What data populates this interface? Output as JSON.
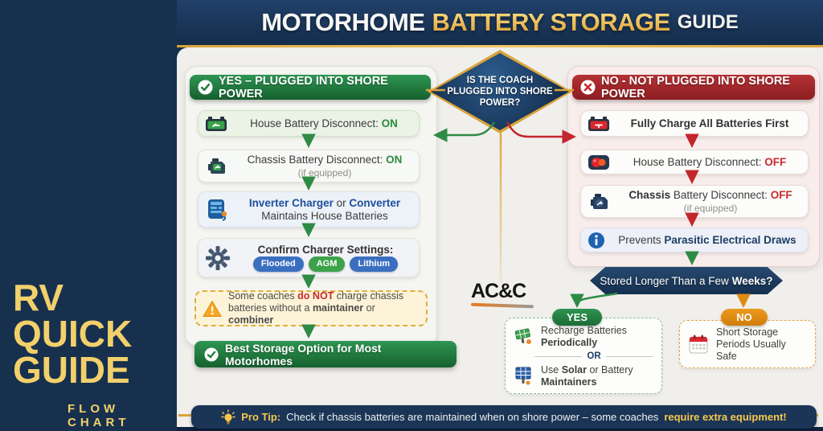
{
  "sidebar": {
    "line1": "RV",
    "line2": "QUICK",
    "line3": "GUIDE",
    "subtitle": "FLOW CHART"
  },
  "header": {
    "word1": "MOTORHOME",
    "word2": "BATTERY STORAGE",
    "word3": "GUIDE"
  },
  "decision": {
    "question": "IS THE COACH PLUGGED INTO SHORE POWER?"
  },
  "yes_branch": {
    "header": "YES – PLUGGED INTO SHORE POWER",
    "step1": {
      "label": "House Battery Disconnect:",
      "value": "ON"
    },
    "step2": {
      "label": "Chassis Battery Disconnect:",
      "value": "ON",
      "note": "(if equipped)"
    },
    "step3": {
      "bold1": "Inverter Charger",
      "mid": "or",
      "bold2": "Converter",
      "sub": "Maintains House Batteries"
    },
    "step4": {
      "label": "Confirm Charger Settings:",
      "pills": [
        "Flooded",
        "AGM",
        "Lithium"
      ]
    },
    "warning": {
      "pre": "Some coaches",
      "alert": "do NOT",
      "mid": "charge chassis batteries without a",
      "bold1": "maintainer",
      "or": "or",
      "bold2": "combiner"
    },
    "result": "Best Storage Option for Most Motorhomes"
  },
  "no_branch": {
    "header": "NO - NOT PLUGGED INTO SHORE POWER",
    "step1": "Fully Charge All Batteries First",
    "step2": {
      "label": "House Battery Disconnect:",
      "value": "OFF"
    },
    "step3": {
      "bold": "Chassis",
      "label": "Battery Disconnect:",
      "value": "OFF",
      "note": "(if equipped)"
    },
    "step4": {
      "pre": "Prevents",
      "bold": "Parasitic Electrical Draws"
    }
  },
  "storage_question": {
    "pre": "Stored Longer Than a Few",
    "bold": "Weeks?"
  },
  "yes_outcome": {
    "badge": "YES",
    "line1a": "Recharge Batteries",
    "line1b": "Periodically",
    "or": "OR",
    "line2a": "Use",
    "line2b": "Solar",
    "line2c": "or Battery",
    "line2d": "Maintainers"
  },
  "no_outcome": {
    "badge": "NO",
    "line1": "Short Storage",
    "line2": "Periods Usually Safe"
  },
  "logo": {
    "text": "AC&C"
  },
  "protip": {
    "label": "Pro Tip:",
    "text": "Check if chassis batteries are maintained when on shore power – some coaches",
    "highlight": "require extra equipment!"
  },
  "colors": {
    "navy": "#16304e",
    "gold": "#e8b33c",
    "green": "#1e7a3c",
    "red": "#a62528",
    "orange": "#e08a12",
    "blue": "#1d4e9e",
    "on_green": "#2e8b3d",
    "off_red": "#c62a2e"
  }
}
